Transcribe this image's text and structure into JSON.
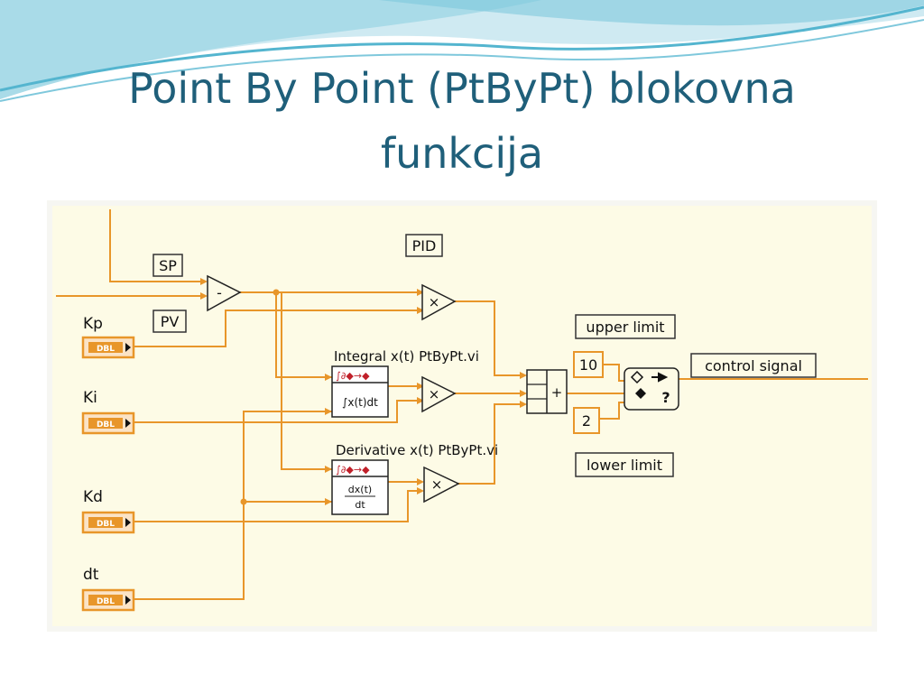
{
  "slide": {
    "title_line1": "Point By Point (PtByPt) blokovna",
    "title_line2": "funkcija"
  },
  "diagram": {
    "labels": {
      "sp": "SP",
      "pv": "PV",
      "pid": "PID",
      "kp": "Kp",
      "ki": "Ki",
      "kd": "Kd",
      "dt": "dt",
      "integral_vi": "Integral x(t) PtByPt.vi",
      "derivative_vi": "Derivative x(t) PtByPt.vi",
      "upper_limit": "upper limit",
      "lower_limit": "lower limit",
      "control_signal": "control signal",
      "upper_value": "10",
      "lower_value": "2",
      "control_type": "DBL",
      "subtract_op": "-",
      "multiply_op": "×",
      "add_op": "+",
      "integral_expr": "∫x(t)dt",
      "derivative_num": "dx(t)",
      "derivative_den": "dt",
      "vi_header": "∫∂◆→◆",
      "coerce_question": "?"
    },
    "colors": {
      "wire": "#e8962a",
      "control_border": "#e8962a",
      "control_fill": "#f4c99a",
      "background": "#fdfbe6",
      "title": "#1f5f7a",
      "wave_light": "#a9dbe8",
      "wave_dark": "#54b5cf"
    }
  }
}
